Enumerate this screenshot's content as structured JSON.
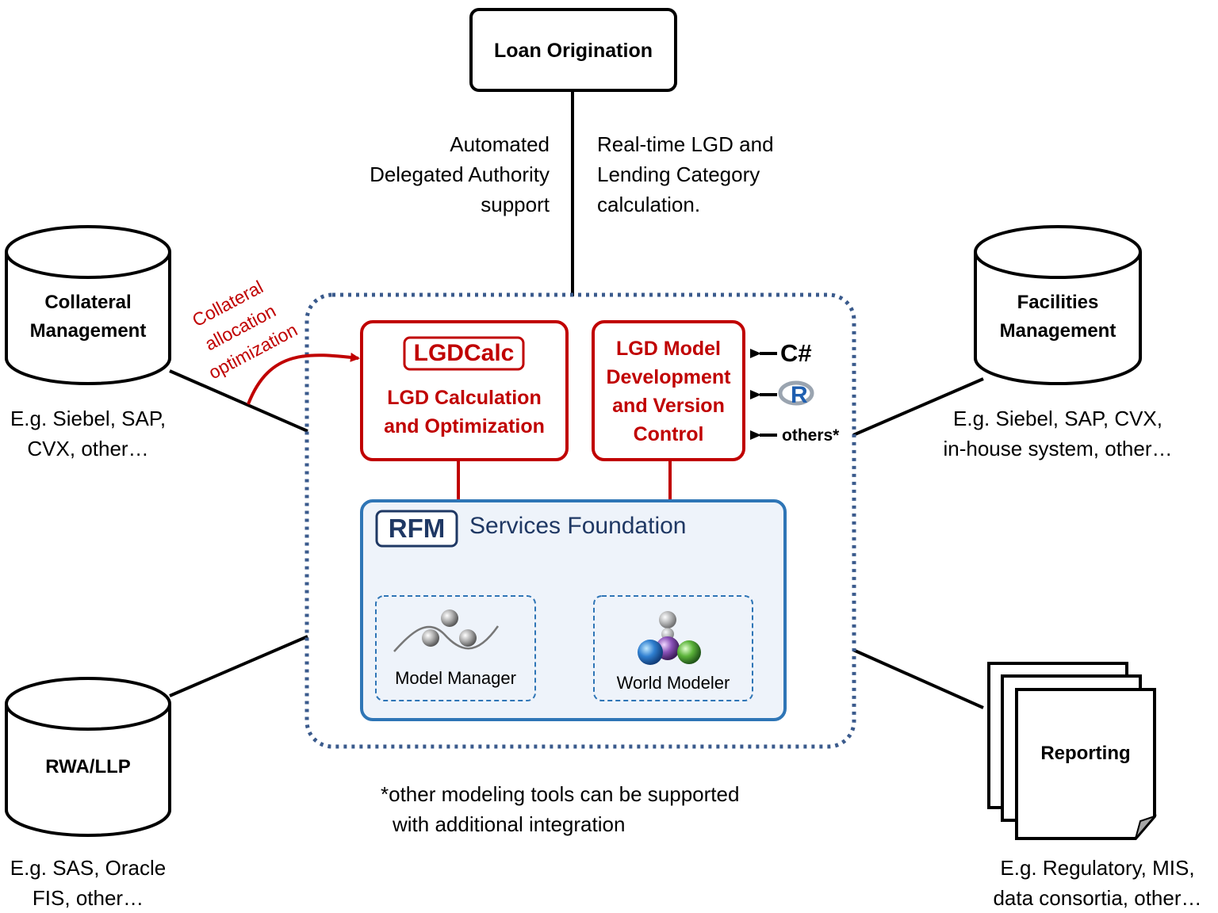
{
  "loan_origination": {
    "title": "Loan Origination",
    "left_note": [
      "Automated",
      "Delegated Authority",
      "support"
    ],
    "right_note": [
      "Real-time LGD and",
      "Lending Category",
      "calculation."
    ]
  },
  "collateral": {
    "title": [
      "Collateral",
      "Management"
    ],
    "examples": [
      "E.g. Siebel, SAP,",
      "CVX, other…"
    ],
    "link_label": [
      "Collateral",
      "allocation",
      "optimization"
    ]
  },
  "facilities": {
    "title": [
      "Facilities",
      "Management"
    ],
    "examples": [
      "E.g. Siebel, SAP, CVX,",
      "in-house system, other…"
    ]
  },
  "rwa": {
    "title": "RWA/LLP",
    "examples": [
      "E.g. SAS, Oracle",
      "FIS, other…"
    ]
  },
  "reporting": {
    "title": "Reporting",
    "examples": [
      "E.g. Regulatory, MIS,",
      "data consortia, other…"
    ]
  },
  "lgdcalc": {
    "logo": "LGDCalc",
    "title": [
      "LGD Calculation",
      "and Optimization"
    ]
  },
  "model_dev": {
    "title": [
      "LGD Model",
      "Development",
      "and Version",
      "Control"
    ],
    "tools": [
      "C#",
      "R",
      "others*"
    ]
  },
  "rfm": {
    "logo": "RFM",
    "title": "Services Foundation",
    "model_manager": "Model Manager",
    "world_modeler": "World Modeler"
  },
  "footnote": [
    "*other modeling tools can be supported",
    "with additional integration"
  ],
  "colors": {
    "red": "#c00000",
    "blue": "#2e75b6",
    "navy": "#1f3864",
    "dotted_border": "#3a5a8c",
    "panel_fill": "#eef3fa"
  }
}
